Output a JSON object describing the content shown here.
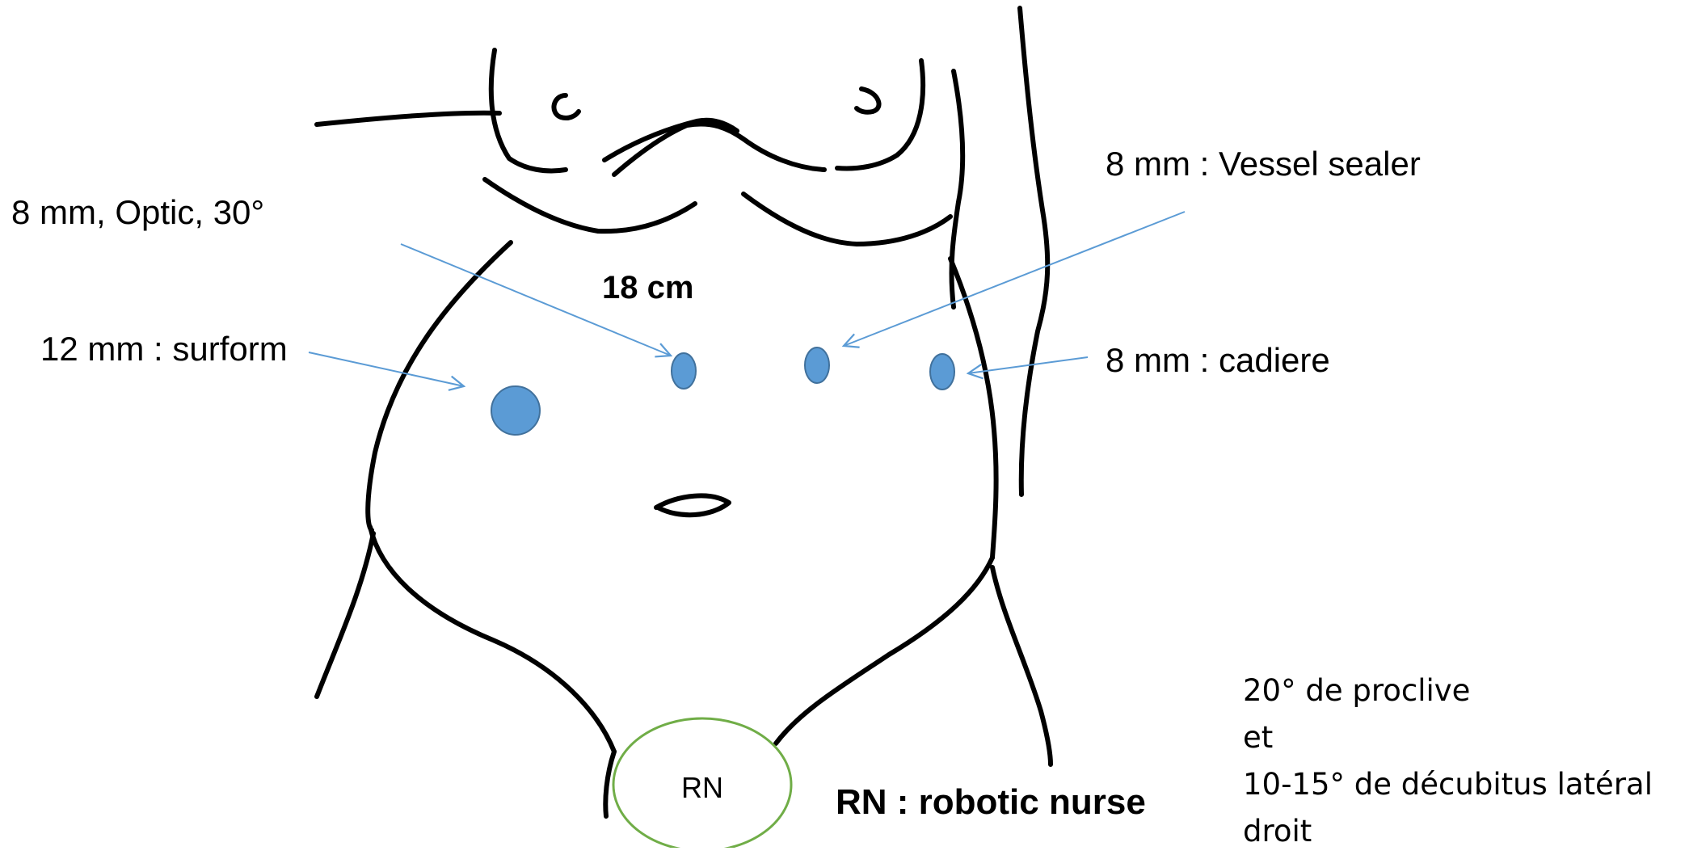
{
  "labels": {
    "optic": "8 mm, Optic, 30°",
    "surform": "12 mm : surform",
    "distance": "18 cm",
    "vessel_sealer": "8 mm : Vessel sealer",
    "cadiere": "8 mm : cadiere",
    "rn_circle": "RN",
    "rn_legend": "RN : robotic nurse"
  },
  "position_notes": [
    "20° de proclive",
    "et",
    "10-15° de décubitus latéral",
    "droit"
  ],
  "colors": {
    "port_fill": "#5B9BD5",
    "port_stroke": "#41719C",
    "arrow": "#5B9BD5",
    "rn_circle": "#70AD47",
    "outline": "#000000"
  }
}
